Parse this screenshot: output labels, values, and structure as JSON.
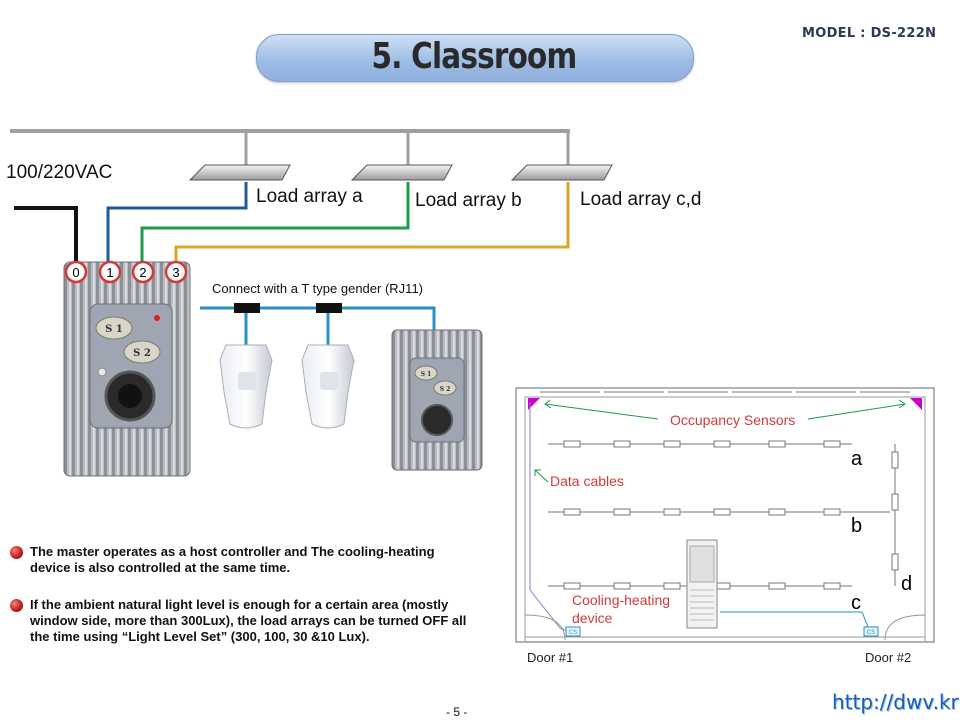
{
  "header": {
    "model": "MODEL : DS-222N",
    "title": "5. Classroom"
  },
  "wiring": {
    "supply_label": "100/220VAC",
    "load_labels": [
      "Load array  a",
      "Load array  b",
      "Load array  c,d"
    ],
    "terminals": [
      "0",
      "1",
      "2",
      "3"
    ],
    "connect_label": "Connect with a T type gender (RJ11)",
    "switch_labels": [
      "S 1",
      "S 2"
    ]
  },
  "floorplan": {
    "occupancy_label": "Occupancy Sensors",
    "data_cables_label": "Data cables",
    "cooling_label_1": "Cooling-heating",
    "cooling_label_2": "device",
    "row_labels": [
      "a",
      "b",
      "c",
      "d"
    ],
    "door_labels": [
      "Door #1",
      "Door #2"
    ],
    "cs_label": "CS"
  },
  "notes": [
    "The master operates as a host controller and The cooling-heating device is  also controlled at the same time.",
    "If the ambient natural light level is enough for a certain area (mostly window side, more than 300Lux), the load arrays can be turned  OFF all the time using “Light Level Set” (300, 100, 30 &10 Lux)."
  ],
  "footer": {
    "page": "- 5 -",
    "url": "http://dwv.kr"
  },
  "colors": {
    "wire_black": "#111111",
    "wire_blue": "#1f5a9a",
    "wire_green": "#1e9a4a",
    "wire_yellow": "#d8a826",
    "data_cable": "#2a8fc4",
    "accent_red": "#d23a3a",
    "sensor_magenta": "#cc00cc"
  }
}
